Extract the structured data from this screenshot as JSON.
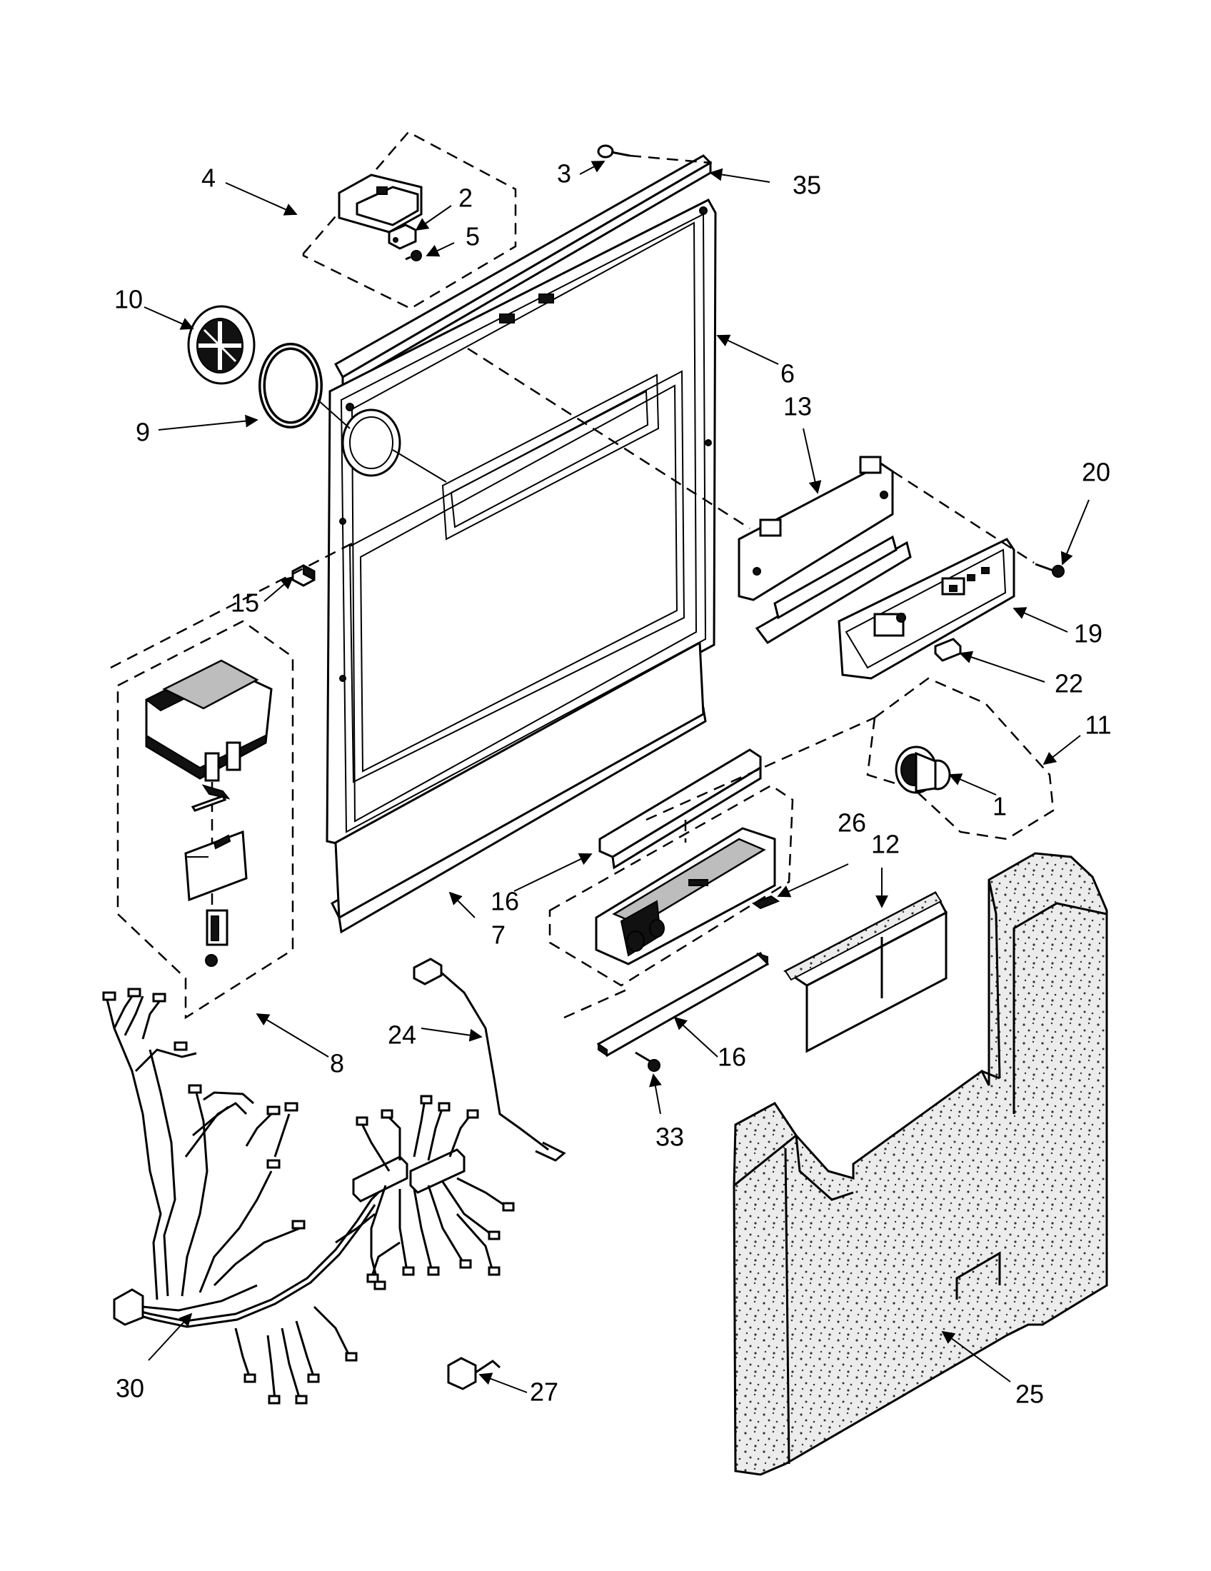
{
  "callouts": [
    {
      "id": "c1",
      "label": "1"
    },
    {
      "id": "c2",
      "label": "2"
    },
    {
      "id": "c3",
      "label": "3"
    },
    {
      "id": "c4",
      "label": "4"
    },
    {
      "id": "c5",
      "label": "5"
    },
    {
      "id": "c6",
      "label": "6"
    },
    {
      "id": "c7",
      "label": "7"
    },
    {
      "id": "c8",
      "label": "8"
    },
    {
      "id": "c9",
      "label": "9"
    },
    {
      "id": "c10",
      "label": "10"
    },
    {
      "id": "c11",
      "label": "11"
    },
    {
      "id": "c12",
      "label": "12"
    },
    {
      "id": "c13",
      "label": "13"
    },
    {
      "id": "c15",
      "label": "15"
    },
    {
      "id": "c16a",
      "label": "16"
    },
    {
      "id": "c16b",
      "label": "16"
    },
    {
      "id": "c19",
      "label": "19"
    },
    {
      "id": "c20",
      "label": "20"
    },
    {
      "id": "c22",
      "label": "22"
    },
    {
      "id": "c24",
      "label": "24"
    },
    {
      "id": "c25",
      "label": "25"
    },
    {
      "id": "c26",
      "label": "26"
    },
    {
      "id": "c27",
      "label": "27"
    },
    {
      "id": "c30",
      "label": "30"
    },
    {
      "id": "c33",
      "label": "33"
    },
    {
      "id": "c35",
      "label": "35"
    }
  ]
}
